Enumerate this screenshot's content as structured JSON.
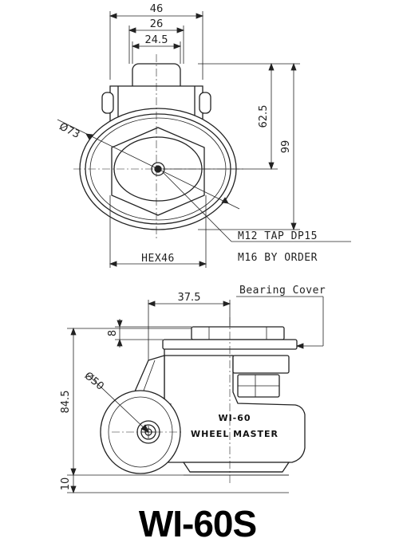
{
  "title": "WI-60S",
  "top_view": {
    "dims": {
      "width_overall": "46",
      "width_mid": "26",
      "width_inner": "24.5",
      "height_upper": "62.5",
      "height_overall": "99",
      "diameter": "Ø73",
      "hex": "HEX46"
    },
    "notes": [
      "M12 TAP DP15",
      "M16 BY ORDER"
    ]
  },
  "side_view": {
    "dims": {
      "offset": "37.5",
      "plate": "8",
      "wheel_diameter": "Ø50",
      "height_total": "84.5",
      "foot_gap": "10"
    },
    "callout": "Bearing Cover",
    "plate_text": [
      "WI-60",
      "WHEEL MASTER"
    ]
  }
}
